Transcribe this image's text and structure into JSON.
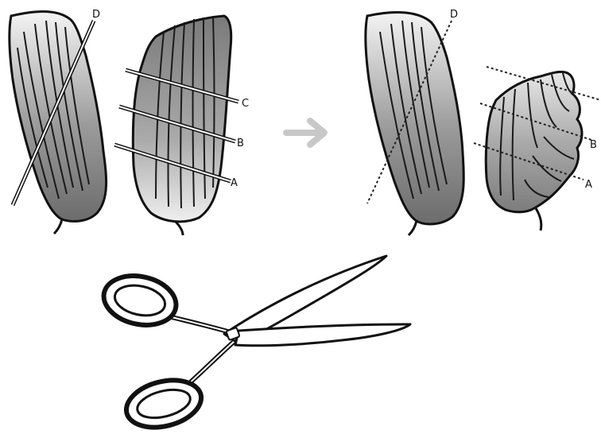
{
  "labels": {
    "left_d": "D",
    "left_c": "C",
    "left_b": "B",
    "left_a": "A",
    "right_d": "D",
    "right_b": "B",
    "right_a": "A"
  },
  "icons": {
    "transform_arrow": "arrow-right-icon",
    "tool": "scissors-icon"
  },
  "colors": {
    "ink": "#111111",
    "arrow": "#c8c8c8",
    "shade_light": "#f6f6f6",
    "shade_dark": "#6a6a6a"
  }
}
